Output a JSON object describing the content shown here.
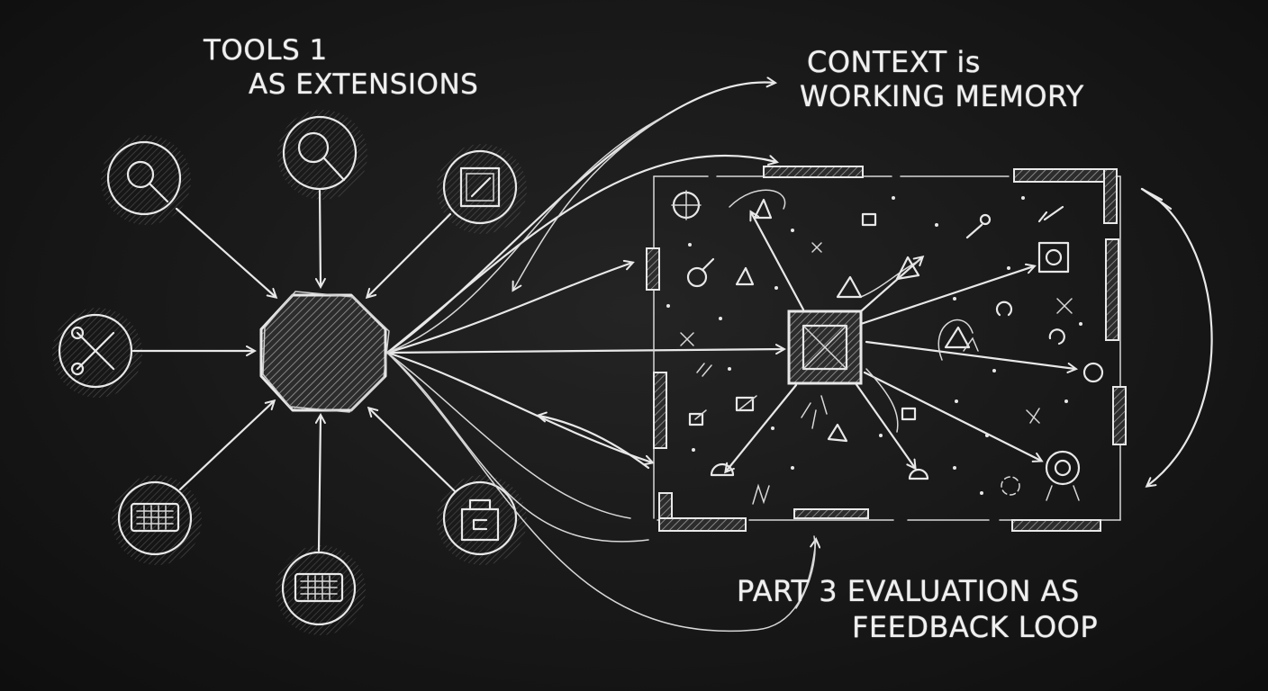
{
  "labels": {
    "tools_line1": "TOOLS 1",
    "tools_line2": "AS EXTENSIONS",
    "context_line1": "CONTEXT is",
    "context_line2": "WORKING MEMORY",
    "eval_line1": "PART 3 EVALUATION AS",
    "eval_line2": "FEEDBACK LOOP"
  },
  "tool_icons": [
    "magnifier-icon",
    "magnifier-icon",
    "editor-window-icon",
    "wrench-screwdriver-icon",
    "keyboard-icon",
    "keyboard-icon",
    "bag-icon"
  ],
  "colors": {
    "background": "#181818",
    "chalk": "#e8e8e8"
  }
}
